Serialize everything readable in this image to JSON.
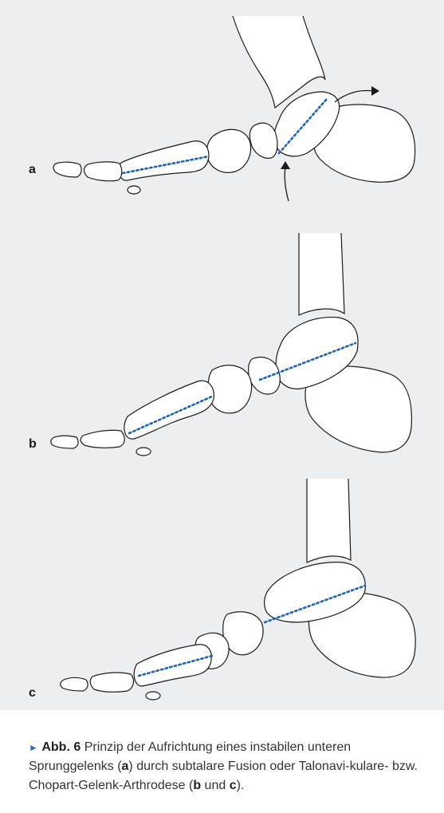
{
  "panels": [
    {
      "label": "a"
    },
    {
      "label": "b"
    },
    {
      "label": "c"
    }
  ],
  "caption": {
    "marker": "►",
    "figure_ref": "Abb. 6",
    "text_1": "Prinzip der Aufrichtung eines instabilen unteren Sprunggelenks (",
    "ref_a": "a",
    "text_2": ") durch subtalare Fusion oder Talonavi-kulare- bzw. Chopart-Gelenk-Arthrodese (",
    "ref_b": "b",
    "text_3": " und ",
    "ref_c": "c",
    "text_4": ")."
  },
  "colors": {
    "panel_background": "#eceeef",
    "axis_line": "#1e63b5",
    "marker": "#2d6fb0"
  }
}
